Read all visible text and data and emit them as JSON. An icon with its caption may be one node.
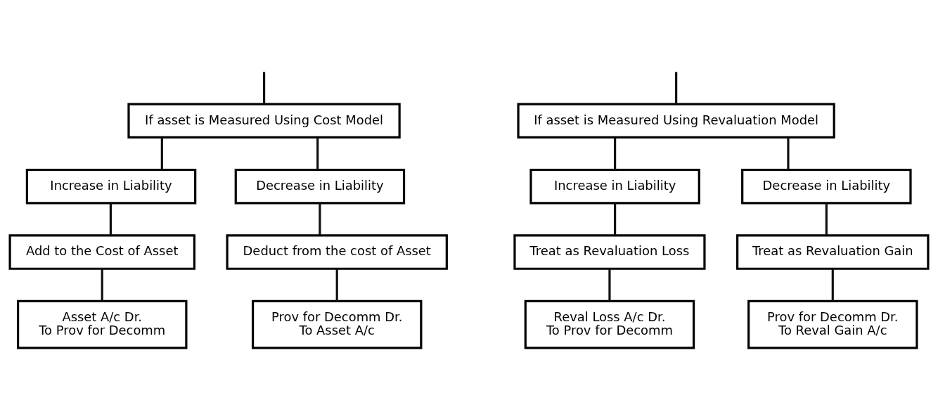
{
  "diagram": {
    "nodes": [
      {
        "text": [
          "If asset is Measured Using Cost Model"
        ]
      },
      {
        "text": [
          "If asset is Measured Using Revaluation Model"
        ]
      },
      {
        "text": [
          "Increase in Liability"
        ]
      },
      {
        "text": [
          "Decrease in Liability"
        ]
      },
      {
        "text": [
          "Increase in Liability"
        ]
      },
      {
        "text": [
          "Decrease in Liability"
        ]
      },
      {
        "text": [
          "Add to the Cost of Asset"
        ]
      },
      {
        "text": [
          "Deduct from the cost of Asset"
        ]
      },
      {
        "text": [
          "Treat as Revaluation Loss"
        ]
      },
      {
        "text": [
          "Treat as Revaluation Gain"
        ]
      },
      {
        "text": [
          "Asset A/c Dr.",
          "To Prov for Decomm"
        ]
      },
      {
        "text": [
          "Prov for Decomm Dr.",
          "To Asset A/c"
        ]
      },
      {
        "text": [
          "Reval Loss A/c Dr.",
          "To Prov for Decomm"
        ]
      },
      {
        "text": [
          "Prov for Decomm Dr.",
          "To Reval Gain A/c"
        ]
      }
    ],
    "edges": [
      {
        "from": null,
        "to": 0,
        "arrow": "none"
      },
      {
        "from": null,
        "to": 1,
        "arrow": "none"
      },
      {
        "from": 0,
        "to": 2,
        "arrow": "none"
      },
      {
        "from": 0,
        "to": 3,
        "arrow": "none"
      },
      {
        "from": 1,
        "to": 4,
        "arrow": "none"
      },
      {
        "from": 1,
        "to": 5,
        "arrow": "none"
      },
      {
        "from": 2,
        "to": 6,
        "arrow": "none"
      },
      {
        "from": 3,
        "to": 7,
        "arrow": "none"
      },
      {
        "from": 4,
        "to": 8,
        "arrow": "none"
      },
      {
        "from": 5,
        "to": 9,
        "arrow": "none"
      },
      {
        "from": 6,
        "to": 10,
        "arrow": "none"
      },
      {
        "from": 7,
        "to": 11,
        "arrow": "none"
      },
      {
        "from": 8,
        "to": 12,
        "arrow": "none"
      },
      {
        "from": 9,
        "to": 13,
        "arrow": "none"
      }
    ]
  }
}
